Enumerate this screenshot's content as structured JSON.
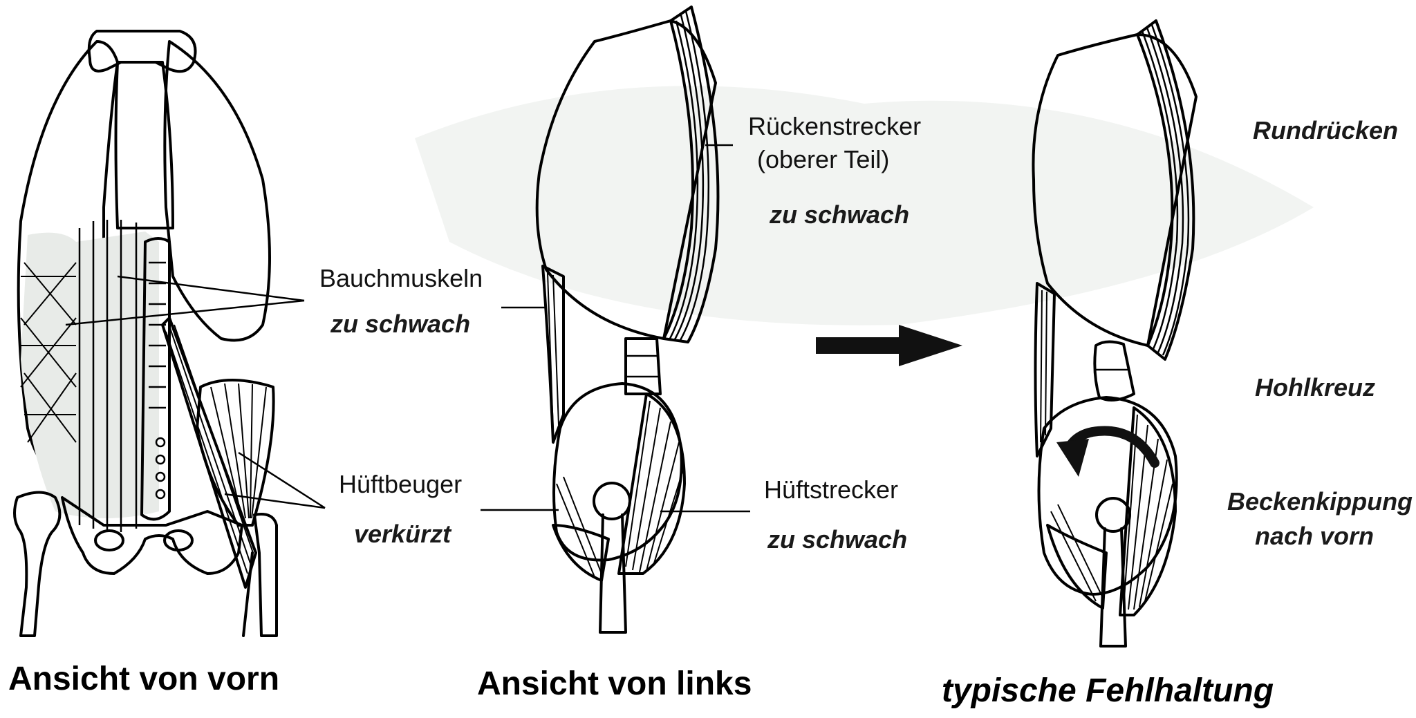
{
  "labels": {
    "bauchmuskeln": "Bauchmuskeln",
    "bauch_zu_schwach": "zu schwach",
    "hueftbeuger": "Hüftbeuger",
    "verkuerzt": "verkürzt",
    "rueckenstrecker": "Rückenstrecker",
    "oberer_teil": "(oberer Teil)",
    "ruecken_zu_schwach": "zu schwach",
    "hueftstrecker": "Hüftstrecker",
    "hueft_zu_schwach": "zu schwach",
    "rundruecken": "Rundrücken",
    "hohlkreuz": "Hohlkreuz",
    "beckenkippung": "Beckenkippung",
    "nach_vorn": "nach vorn"
  },
  "captions": {
    "front": "Ansicht von vorn",
    "left": "Ansicht von links",
    "posture": "typische Fehlhaltung"
  }
}
